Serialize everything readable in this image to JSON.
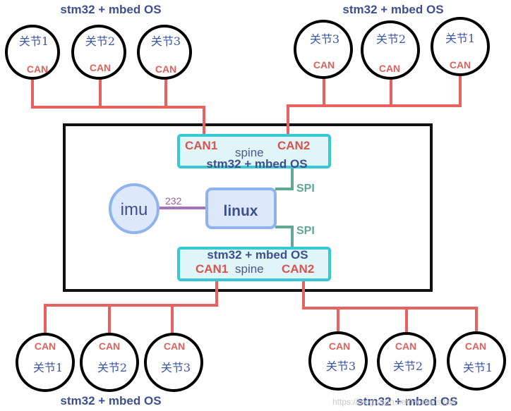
{
  "groups": {
    "top_left": {
      "title": "stm32 + mbed OS",
      "joints": [
        "关节1",
        "关节2",
        "关节3"
      ],
      "can": "CAN"
    },
    "top_right": {
      "title": "stm32 + mbed OS",
      "joints": [
        "关节3",
        "关节2",
        "关节1"
      ],
      "can": "CAN"
    },
    "bottom_left": {
      "title": "stm32 + mbed OS",
      "joints": [
        "关节1",
        "关节2",
        "关节3"
      ],
      "can": "CAN"
    },
    "bottom_right": {
      "title": "stm32 + mbed OS",
      "joints": [
        "关节3",
        "关节2",
        "关节1"
      ],
      "can": "CAN"
    }
  },
  "spine_top": {
    "can1": "CAN1",
    "word": "spine",
    "can2": "CAN2",
    "title": "stm32 + mbed OS"
  },
  "spine_bottom": {
    "title": "stm32 + mbed OS",
    "can1": "CAN1",
    "word": "spine",
    "can2": "CAN2"
  },
  "links": {
    "spi_top": "SPI",
    "spi_bottom": "SPI",
    "uart": "232"
  },
  "nodes": {
    "linux": "linux",
    "imu": "imu"
  },
  "watermark": "https://blog.csdn.net/Hooke's law",
  "colors": {
    "bus": "#e8625f",
    "spi_link": "#5fa796",
    "uart_link": "#a673b8",
    "spine_fill": "#dff5f7",
    "spine_border": "#38c7d6",
    "linux_fill": "#dde8fb",
    "linux_border": "#8fb3ee"
  }
}
